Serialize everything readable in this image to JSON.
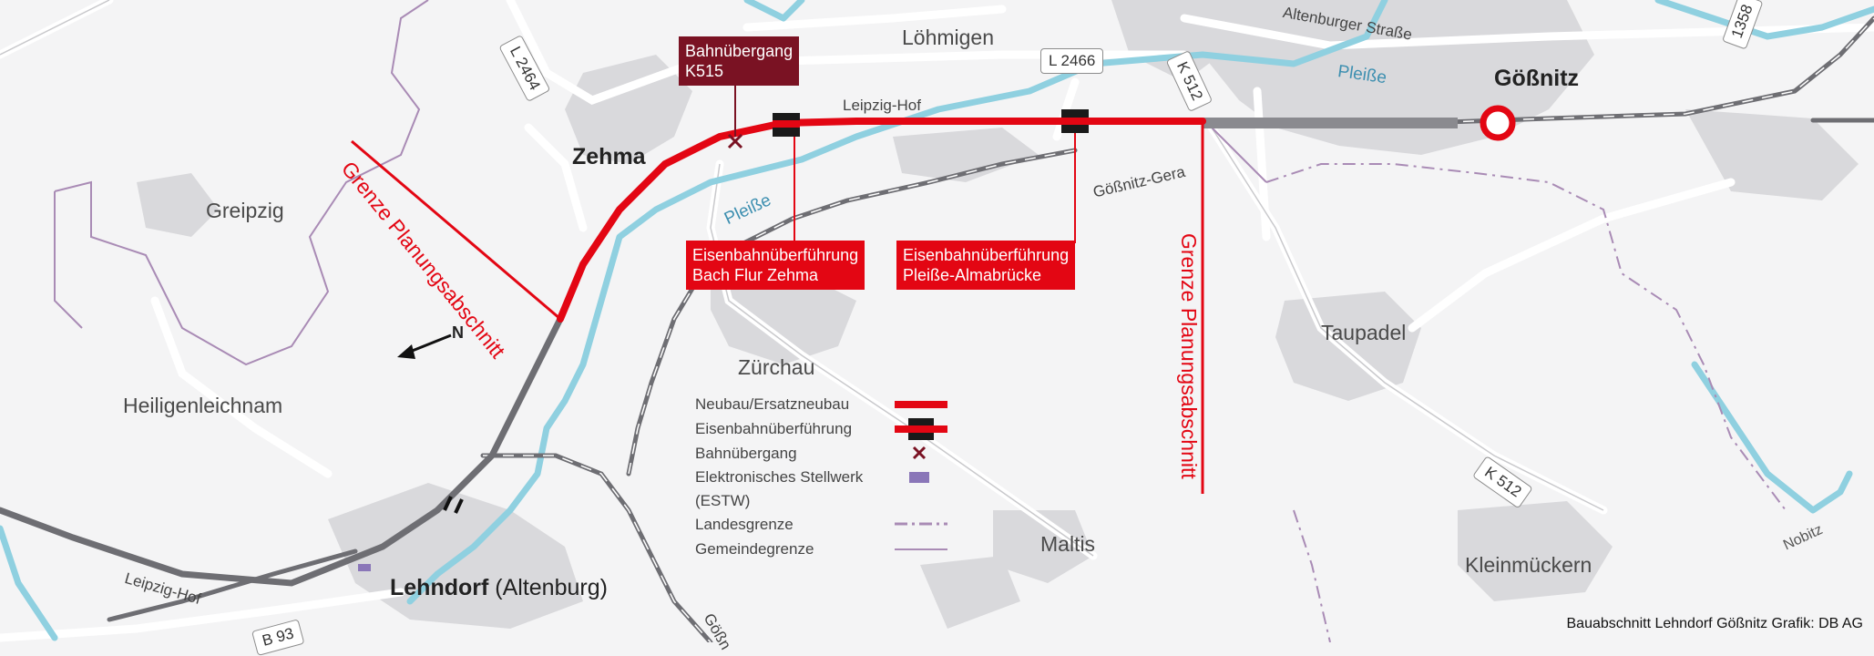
{
  "places": {
    "loehmigen": "Löhmigen",
    "goessnitz": "Gößnitz",
    "zehma": "Zehma",
    "greipzig": "Greipzig",
    "zuerchau": "Zürchau",
    "taupadel": "Taupadel",
    "heiligenleichnam": "Heiligenleichnam",
    "maltis": "Maltis",
    "kleinmueckern": "Kleinmückern",
    "lehndorf": "Lehndorf",
    "lehndorf_suffix": "(Altenburg)",
    "nobitz": "Nobitz"
  },
  "roads": {
    "l2464": "L 2464",
    "l2466": "L 2466",
    "k512_top": "K 512",
    "k512_right": "K 512",
    "b93": "B 93",
    "b1358": "1358",
    "altenburger": "Altenburger Straße"
  },
  "railways": {
    "leipzig_hof_top": "Leipzig-Hof",
    "leipzig_hof_bottom": "Leipzig-Hof",
    "goessnitz_gera": "Gößnitz-Gera",
    "goessnitz_bottom": "Gößn"
  },
  "rivers": {
    "pleisse_top": "Pleiße",
    "pleisse_mid": "Pleiße"
  },
  "callouts": {
    "bahnuebergang": [
      "Bahnübergang",
      "K515"
    ],
    "euf_bach": [
      "Eisenbahnüberführung",
      "Bach Flur Zehma"
    ],
    "euf_pleisse": [
      "Eisenbahnüberführung",
      "Pleiße-Almabrücke"
    ]
  },
  "boundaries": {
    "left": "Grenze Planungsabschnitt",
    "right": "Grenze Planungsabschnitt"
  },
  "north_label": "N",
  "legend": [
    {
      "label": "Neubau/Ersatzneubau",
      "symbol": "red-line-icon"
    },
    {
      "label": "Eisenbahnüberführung",
      "symbol": "bridge-icon"
    },
    {
      "label": "Bahnübergang",
      "symbol": "level-crossing-icon"
    },
    {
      "label": "Elektronisches Stellwerk",
      "symbol": "estw-icon"
    },
    {
      "label": "(ESTW)",
      "symbol": ""
    },
    {
      "label": "Landesgrenze",
      "symbol": "state-border-icon"
    },
    {
      "label": "Gemeindegrenze",
      "symbol": "municipal-border-icon"
    }
  ],
  "credit": "Bauabschnitt Lehndorf Gößnitz Grafik: DB AG",
  "colors": {
    "background": "#f4f4f5",
    "settlement": "#d9d9dc",
    "river": "#8fd0e0",
    "rail_existing": "#6e6e73",
    "new_build": "#e30613",
    "callout_dark": "#7a1223",
    "boundary_purple": "#a98bb5",
    "estw": "#8a76b8"
  }
}
